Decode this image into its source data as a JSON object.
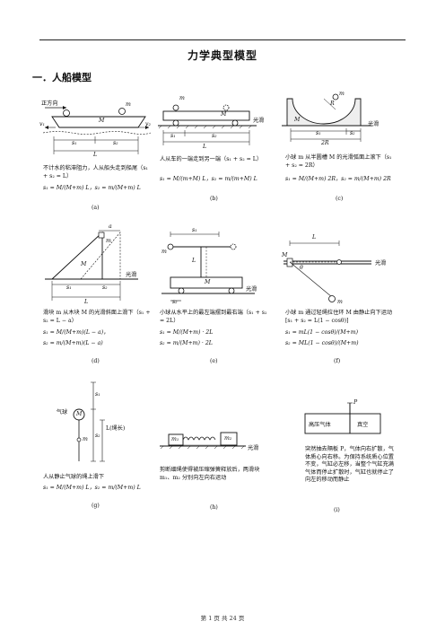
{
  "document": {
    "title": "力学典型模型",
    "section": "一．人船模型",
    "footer": "第 1 页 共 24 页"
  },
  "panels": {
    "a": {
      "diagram_labels": {
        "dir": "正方向",
        "m": "m",
        "M": "M",
        "v1": "v₁",
        "v2": "v₂",
        "s1": "s₁",
        "s2": "s₂",
        "L": "L"
      },
      "caption": "不计水的粘滞阻力，人从船头走到船尾（s₁ + s₂ = L）",
      "eq": "s₁ = M/(M+m) L，s₂ = m/(M+m) L",
      "tag": "(a)"
    },
    "b": {
      "diagram_labels": {
        "m": "m",
        "M": "M",
        "smooth": "光滑",
        "s1": "s₁",
        "s2": "s₂",
        "L": "L"
      },
      "caption": "人从车的一端走到另一端（s₁ + s₂ = L）",
      "eq": "s₁ = M/(m+M) L，s₂ = m/(m+M) L",
      "tag": "(b)"
    },
    "c": {
      "diagram_labels": {
        "m": "m",
        "R": "R",
        "M": "M",
        "smooth": "光滑",
        "s1": "s₁",
        "s2": "s₂",
        "twoR": "2R"
      },
      "caption": "小球 m 从半圆槽 M 的光滑弧面上滚下（s₁ + s₂ = 2R）",
      "eq": "s₁ = M/(M+m) 2R，s₂ = m/(M+m) 2R",
      "tag": "(c)"
    },
    "d": {
      "diagram_labels": {
        "a": "a",
        "m": "m",
        "M": "M",
        "smooth": "光滑",
        "s1": "s₁",
        "s2": "s₂",
        "L": "L"
      },
      "caption": "滑块 m 从木块 M 的光滑斜面上滑下（s₁ + s₂ = L − a）",
      "eq1": "s₁ = M/(M+m)(L − a)，",
      "eq2": "s₂ = m/(M+m)(L − a)",
      "tag": "(d)"
    },
    "e": {
      "diagram_labels": {
        "s1": "s₁",
        "m": "m",
        "L": "L",
        "M": "M",
        "smooth": "光滑",
        "s2": "s₂"
      },
      "caption": "小球从水平上的最左端摆到最右端（s₁ + s₂ = 2L）",
      "eq1": "s₁ = M/(M+m) · 2L",
      "eq2": "s₂ = m/(M+m) · 2L",
      "tag": "(e)"
    },
    "f": {
      "diagram_labels": {
        "L": "L",
        "M": "M",
        "theta": "θ",
        "smooth": "光滑",
        "m": "m"
      },
      "caption": "小球 m 通过轻绳拉住环 M 由静止向下运动 [s₁ + s₂ = L(1 − cosθ)]",
      "eq1": "s₁ = mL(1 − cosθ)/(M+m)",
      "eq2": "s₂ = ML(1 − cosθ)/(M+m)",
      "tag": "(f)"
    },
    "g": {
      "diagram_labels": {
        "balloon": "气球",
        "M": "M",
        "m": "m",
        "s1": "s₁",
        "s2": "s₂",
        "L": "L(绳长)"
      },
      "caption": "人从静止气球的绳上滑下",
      "eq": "s₁ = M/(M+m) L，s₂ = m/(M+m) L",
      "tag": "(g)"
    },
    "h": {
      "diagram_labels": {
        "m1": "m₁",
        "m2": "m₂",
        "smooth": "光滑"
      },
      "caption": "剪断细绳使得被压缩弹簧释放后，两滑块 m₁、m₂ 分别向左向右运动",
      "tag": "(h)"
    },
    "i": {
      "diagram_labels": {
        "P": "P",
        "gas": "高压气体",
        "vacuum": "真空"
      },
      "caption": "突然抽去隔板 P，气体向右扩散，气体质心向右移。为保持系统质心位置不变，气缸必左移，当整个气缸充满气体而停止扩散时，气缸也就停止了向左的移动而静止",
      "tag": "(i)"
    }
  }
}
